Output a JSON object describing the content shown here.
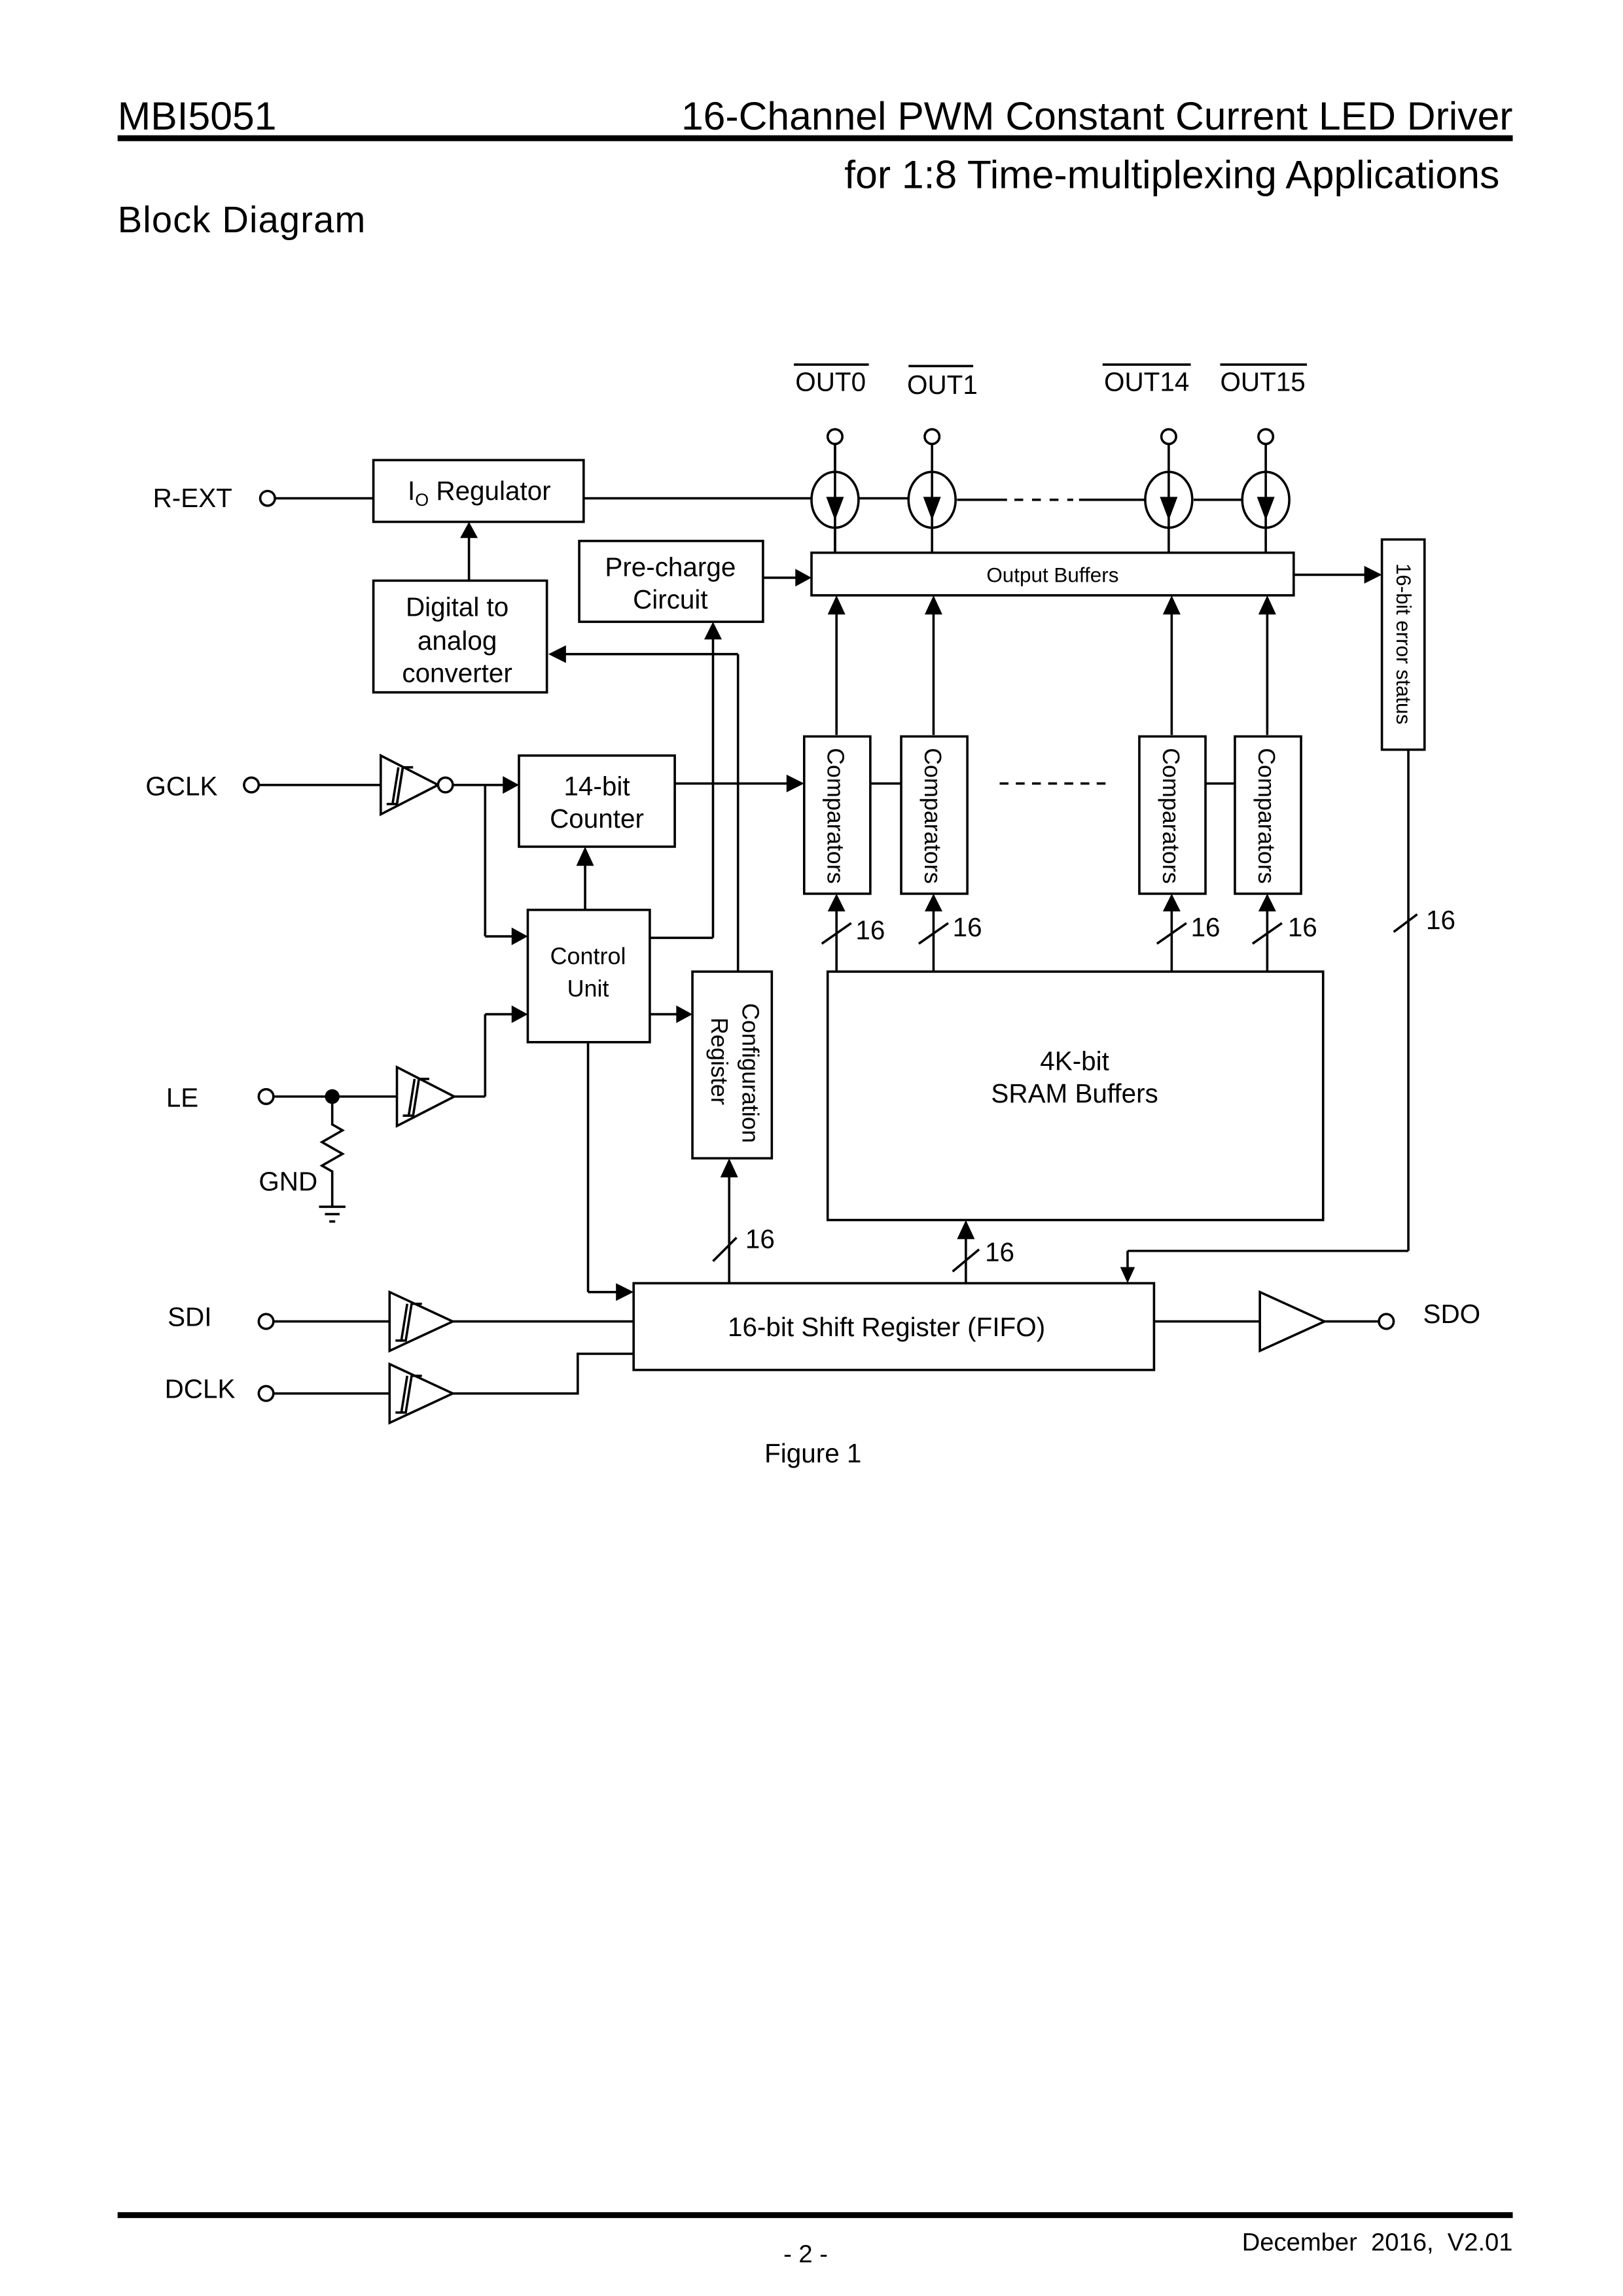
{
  "header": {
    "part_number": "MBI5051",
    "title": "16-Channel PWM Constant Current LED Driver",
    "subtitle": "for 1:8 Time-multiplexing Applications"
  },
  "section_title": "Block Diagram",
  "diagram": {
    "pins": {
      "rext": "R-EXT",
      "gclk": "GCLK",
      "le": "LE",
      "gnd": "GND",
      "sdi": "SDI",
      "dclk": "DCLK",
      "sdo": "SDO"
    },
    "outputs": [
      "OUT0",
      "OUT1",
      "OUT14",
      "OUT15"
    ],
    "blocks": {
      "io_regulator_main": "I",
      "io_regulator_sub": "O",
      "io_regulator_rest": " Regulator",
      "dac_line1": "Digital to",
      "dac_line2": "analog",
      "dac_line3": "converter",
      "precharge_line1": "Pre-charge",
      "precharge_line2": "Circuit",
      "output_buffers": "Output Buffers",
      "error_status": "16-bit error status",
      "counter_line1": "14-bit",
      "counter_line2": "Counter",
      "control_line1": "Control",
      "control_line2": "Unit",
      "config_line1": "Configuration",
      "config_line2": "Register",
      "comparators": "Comparators",
      "sram_line1": "4K-bit",
      "sram_line2": "SRAM Buffers",
      "shift_register": "16-bit Shift Register (FIFO)"
    },
    "bus_width": "16"
  },
  "figure_caption": "Figure 1",
  "footer": {
    "page_number": "- 2 -",
    "date_version": "December  2016,  V2.01"
  }
}
